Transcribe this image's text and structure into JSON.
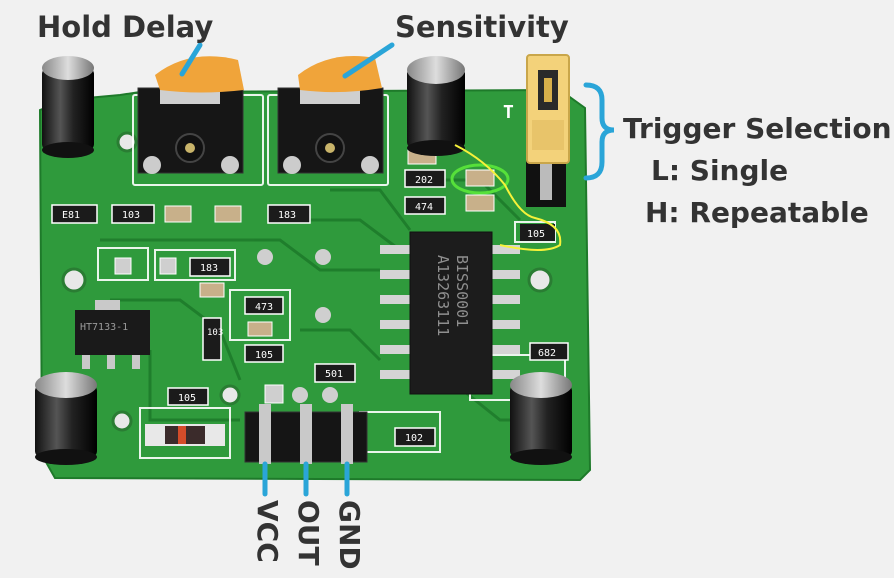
{
  "labels": {
    "hold_delay": "Hold Delay",
    "sensitivity": "Sensitivity",
    "trigger_selection": "Trigger Selection",
    "single": "L: Single",
    "repeatable": "H: Repeatable",
    "vcc": "VCC",
    "out": "OUT",
    "gnd": "GND"
  },
  "chip": {
    "line1": "BISS0001",
    "line2": "A13263111"
  },
  "regulator": "HT7133-1",
  "silk": {
    "r_e81": "E81",
    "r_103a": "103",
    "r_183a": "183",
    "r_183b": "183",
    "r_473": "473",
    "r_103b": "103",
    "r_105a": "105",
    "r_105b": "105",
    "r_105c": "105",
    "r_202": "202",
    "r_474": "474",
    "r_501": "501",
    "r_102": "102",
    "r_682": "682",
    "r_t": "T"
  },
  "colors": {
    "pcb": "#2f9a3c",
    "pcb_dark": "#1f7a2b",
    "annotation_blue": "#2aa5d8",
    "trim_orange": "#f0a43a",
    "jumper": "#f3d27a",
    "highlight_yellow": "#f6f23a",
    "highlight_green": "#56e03a"
  }
}
